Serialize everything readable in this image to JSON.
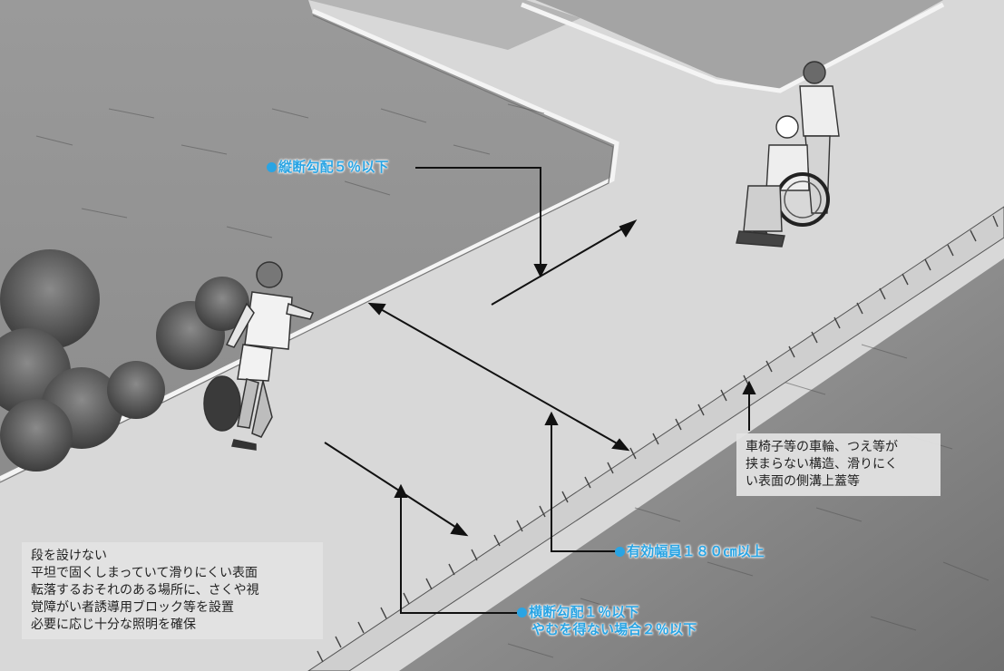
{
  "annotations": {
    "longitudinal_slope": "縦断勾配５％以下",
    "effective_width": "有効幅員１８０㎝以上",
    "cross_slope_line1": "横断勾配１％以下",
    "cross_slope_line2": "やむを得ない場合２％以下"
  },
  "gutter_note": {
    "lines": [
      "車椅子等の車輪、つえ等が",
      "挟まらない構造、滑りにく",
      "い表面の側溝上蓋等"
    ]
  },
  "requirements_box": {
    "lines": [
      "段を設けない",
      "平坦で固くしまっていて滑りにくい表面",
      "転落するおそれのある場所に、さくや視",
      "覚障がい者誘導用ブロック等を設置",
      "必要に応じ十分な照明を確保"
    ]
  },
  "colors": {
    "annotation_blue": "#2aa4e3",
    "box_gray": "#e2e2e2",
    "arrow_black": "#111111"
  }
}
